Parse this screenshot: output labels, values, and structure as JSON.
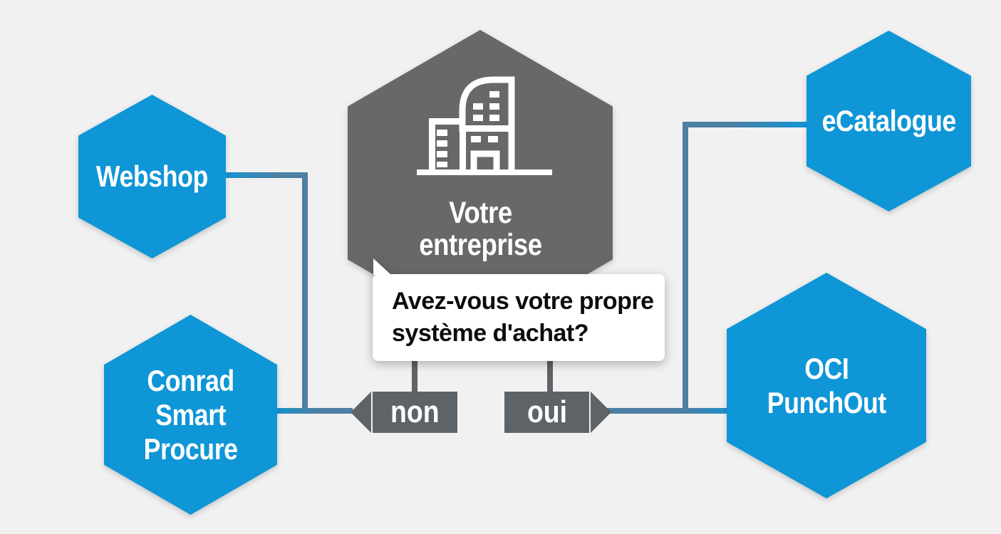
{
  "diagram": {
    "center": {
      "icon": "building-icon",
      "lines": [
        "Votre",
        "entreprise"
      ]
    },
    "question": {
      "lines": [
        "Avez-vous votre propre",
        "système d'achat?"
      ]
    },
    "answers": {
      "no": "non",
      "yes": "oui"
    },
    "options": {
      "webshop": {
        "lines": [
          "Webshop"
        ]
      },
      "conrad": {
        "lines": [
          "Conrad",
          "Smart",
          "Procure"
        ]
      },
      "ecatalogue": {
        "lines": [
          "eCatalogue"
        ]
      },
      "oci": {
        "lines": [
          "OCI",
          "PunchOut"
        ]
      }
    }
  },
  "colors": {
    "background": "#f1f1f1",
    "hexagon_blue": "#0e96d7",
    "hexagon_gray": "#686868",
    "tag_gray": "#5e6367",
    "connector_steel_blue": "#4c7fa2",
    "bubble_white": "#ffffff",
    "text_dark": "#0c0c0c",
    "text_light": "#ffffff"
  }
}
